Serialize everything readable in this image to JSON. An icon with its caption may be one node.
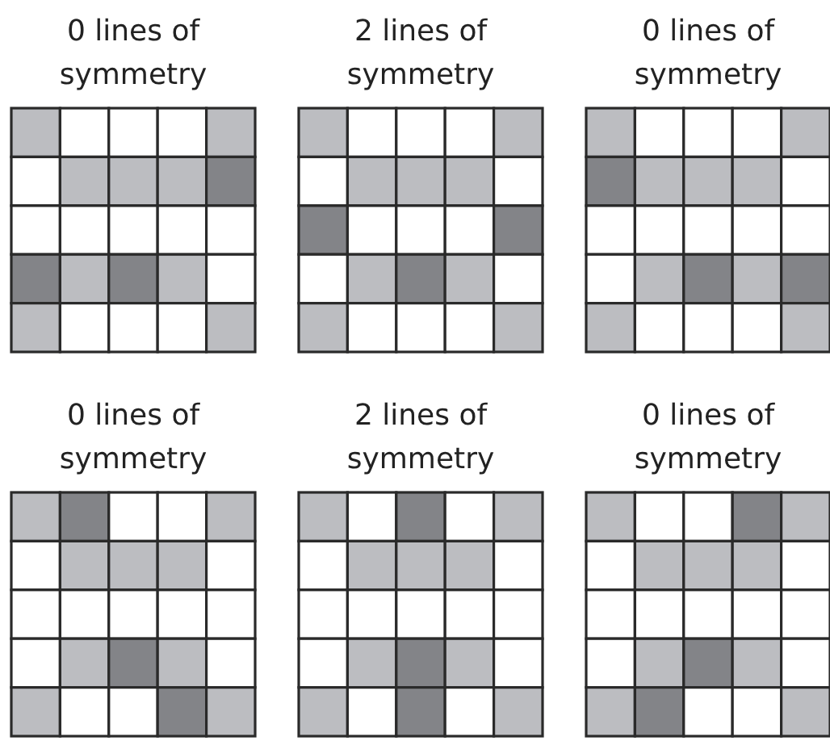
{
  "diagram": {
    "nodes": [
      {
        "text": [
          "0 lines of symmetry"
        ]
      },
      {
        "text": [
          "2 lines of symmetry"
        ]
      },
      {
        "text": [
          "0 lines of symmetry"
        ]
      },
      {
        "text": [
          "0 lines of symmetry"
        ]
      },
      {
        "text": [
          "2 lines of symmetry"
        ]
      },
      {
        "text": [
          "0 lines of symmetry"
        ]
      }
    ]
  }
}
